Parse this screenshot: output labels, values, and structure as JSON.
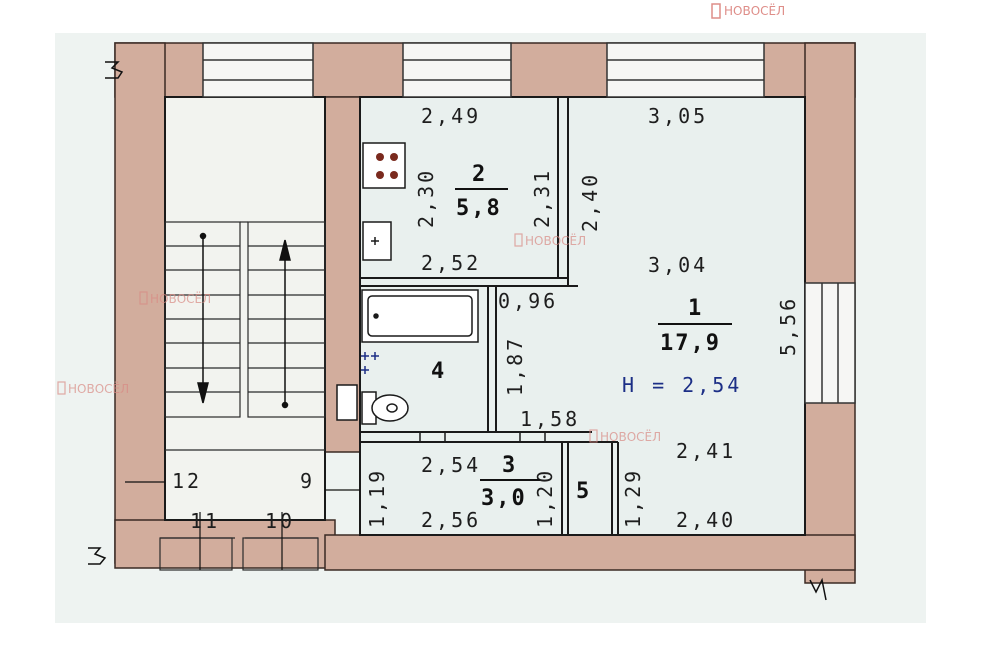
{
  "watermark": {
    "text": "НОВОСЁЛ"
  },
  "rooms": [
    {
      "number": "1",
      "area": "17,9"
    },
    {
      "number": "2",
      "area": "5,8"
    },
    {
      "number": "3",
      "area": "3,0"
    },
    {
      "number": "4",
      "area": ""
    },
    {
      "number": "5",
      "area": ""
    }
  ],
  "height_label": "H = 2,54",
  "dimensions": {
    "r1_top": "3,05",
    "r1_mid": "3,04",
    "r1_right": "5,56",
    "r1_low1": "2,41",
    "r1_low2": "2,40",
    "r1_left": "2,40",
    "r2_top": "2,49",
    "r2_bottom": "2,52",
    "r2_left": "2,30",
    "r2_right": "2,31",
    "r4_top": "0,96",
    "r4_side": "1,87",
    "r4_bottom": "1,58",
    "r3_top": "2,54",
    "r3_bottom": "2,56",
    "r3_left": "1,19",
    "r3_right": "1,20",
    "r5_side": "1,29"
  },
  "stair_labels": {
    "l12": "12",
    "l9": "9",
    "l11": "11",
    "l10": "10"
  },
  "colors": {
    "wall": "#d2ad9d",
    "interior": "#e9f0ee",
    "stair": "#f2f3ef",
    "line": "#1a1a1a",
    "height_text": "#1c2f86"
  }
}
